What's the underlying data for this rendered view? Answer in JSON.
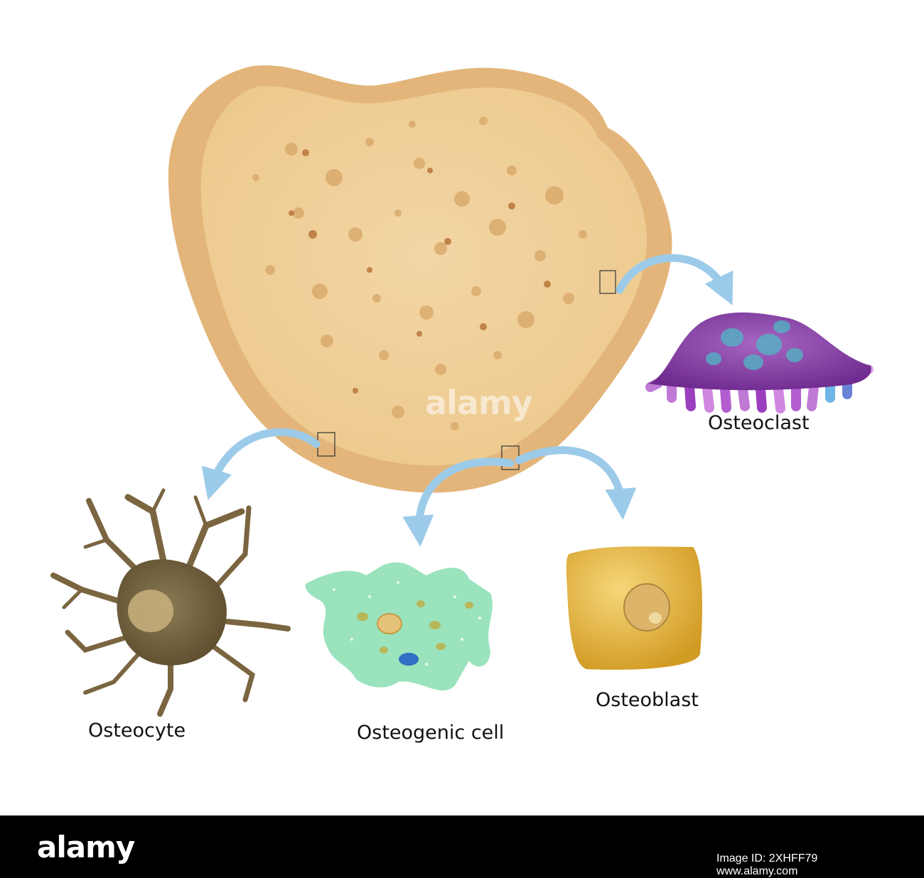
{
  "labels": {
    "osteoclast": "Osteoclast",
    "osteocyte": "Osteocyte",
    "osteogenic": "Osteogenic cell",
    "osteoblast": "Osteoblast"
  },
  "watermark": "alamy",
  "footer": {
    "logo": "alamy",
    "image_id": "Image ID: 2XHFF79",
    "url": "www.alamy.com"
  },
  "colors": {
    "bone": "#e9c487",
    "arrow": "#9ccbea",
    "osteoclast": "#8a3fa3",
    "osteocyte": "#7a6540",
    "osteogenic": "#8fe0b6",
    "osteoblast": "#e6b84a"
  }
}
